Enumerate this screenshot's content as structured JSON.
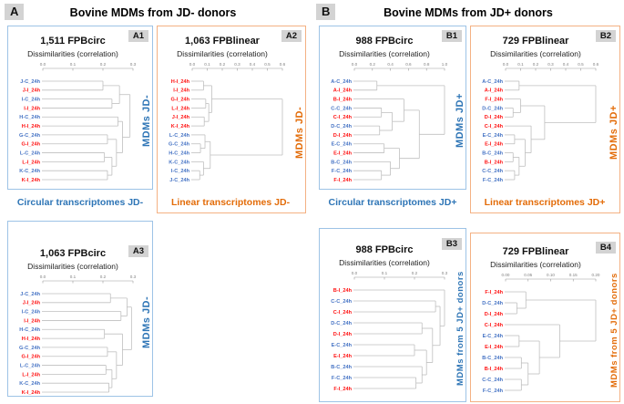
{
  "figure": {
    "sections": [
      {
        "tag": "A",
        "title": "Bovine MDMs from JD- donors"
      },
      {
        "tag": "B",
        "title": "Bovine MDMs from JD+ donors"
      }
    ],
    "captions": [
      {
        "text": "Circular transcriptomes JD-",
        "color": "blue"
      },
      {
        "text": "Linear transcriptomes JD-",
        "color": "orange"
      },
      {
        "text": "Circular transcriptomes JD+",
        "color": "blue"
      },
      {
        "text": "Linear transcriptomes JD+",
        "color": "orange"
      }
    ]
  },
  "colors": {
    "accent_blue": "#2e75b6",
    "accent_orange": "#e36c09",
    "panel_border_blue": "#9dc3e6",
    "panel_border_orange": "#f4b183",
    "leaf_control": "#4472c4",
    "leaf_infected": "#ff1111",
    "dendro_line": "#bfbfbf",
    "axis_line": "#999999",
    "axis_text": "#808080",
    "tag_bg": "#d3d3d3",
    "title_text": "#111111"
  },
  "chart_data": [
    {
      "id": "A1",
      "type": "dendrogram",
      "title": "1,511 FPBcirc",
      "xlabel": "Dissimilarities (correlation)",
      "axis": {
        "min": 0,
        "max": 0.3,
        "ticks": [
          "0.0",
          "0.1",
          "0.2",
          "0.3"
        ]
      },
      "side_label": "MDMs JD-",
      "side_color": "blue",
      "leaf_order": [
        "J-C_24h",
        "J-I_24h",
        "I-C_24h",
        "I-I_24h",
        "H-C_24h",
        "H-I_24h",
        "G-C_24h",
        "G-I_24h",
        "L-C_24h",
        "L-I_24h",
        "K-C_24h",
        "K-I_24h"
      ],
      "tree": {
        "d": 0.29,
        "c": [
          {
            "d": 0.255,
            "c": [
              {
                "d": 0.2,
                "c": [
                  "J-C_24h",
                  "J-I_24h"
                ]
              },
              {
                "d": 0.23,
                "c": [
                  "I-C_24h",
                  "I-I_24h"
                ]
              }
            ]
          },
          {
            "d": 0.265,
            "c": [
              {
                "d": 0.25,
                "c": [
                  "H-C_24h",
                  "H-I_24h"
                ]
              },
              {
                "d": 0.245,
                "c": [
                  {
                    "d": 0.215,
                    "c": [
                      "G-C_24h",
                      "G-I_24h"
                    ]
                  },
                  {
                    "d": 0.23,
                    "c": [
                      {
                        "d": 0.205,
                        "c": [
                          "L-C_24h",
                          "L-I_24h"
                        ]
                      },
                      {
                        "d": 0.215,
                        "c": [
                          "K-C_24h",
                          "K-I_24h"
                        ]
                      }
                    ]
                  }
                ]
              }
            ]
          }
        ]
      }
    },
    {
      "id": "A2",
      "type": "dendrogram",
      "title": "1,063 FPBlinear",
      "xlabel": "Dissimilarities (correlation)",
      "axis": {
        "min": 0,
        "max": 0.6,
        "ticks": [
          "0.0",
          "0.1",
          "0.2",
          "0.3",
          "0.4",
          "0.5",
          "0.6"
        ]
      },
      "side_label": "MDMs JD-",
      "side_color": "orange",
      "leaf_order": [
        "H-I_24h",
        "I-I_24h",
        "G-I_24h",
        "L-I_24h",
        "J-I_24h",
        "K-I_24h",
        "L-C_24h",
        "G-C_24h",
        "H-C_24h",
        "K-C_24h",
        "I-C_24h",
        "J-C_24h"
      ],
      "tree": {
        "d": 0.6,
        "c": [
          {
            "d": 0.13,
            "c": [
              {
                "d": 0.075,
                "c": [
                  "H-I_24h",
                  "I-I_24h"
                ]
              },
              {
                "d": 0.11,
                "c": [
                  {
                    "d": 0.09,
                    "c": [
                      "G-I_24h",
                      "L-I_24h"
                    ]
                  },
                  {
                    "d": 0.08,
                    "c": [
                      "J-I_24h",
                      "K-I_24h"
                    ]
                  }
                ]
              }
            ]
          },
          {
            "d": 0.12,
            "c": [
              {
                "d": 0.085,
                "c": [
                  "L-C_24h",
                  {
                    "d": 0.055,
                    "c": [
                      "G-C_24h",
                      "H-C_24h"
                    ]
                  }
                ]
              },
              {
                "d": 0.075,
                "c": [
                  "K-C_24h",
                  {
                    "d": 0.05,
                    "c": [
                      "I-C_24h",
                      "J-C_24h"
                    ]
                  }
                ]
              }
            ]
          }
        ]
      }
    },
    {
      "id": "A3",
      "type": "dendrogram",
      "title": "1,063 FPBcirc",
      "xlabel": "Dissimilarities (correlation)",
      "axis": {
        "min": 0,
        "max": 0.3,
        "ticks": [
          "0.0",
          "0.1",
          "0.2",
          "0.3"
        ]
      },
      "side_label": "MDMs JD-",
      "side_color": "blue",
      "leaf_order": [
        "J-C_24h",
        "J-I_24h",
        "I-C_24h",
        "I-I_24h",
        "H-C_24h",
        "H-I_24h",
        "G-C_24h",
        "G-I_24h",
        "L-C_24h",
        "L-I_24h",
        "K-C_24h",
        "K-I_24h"
      ],
      "tree": {
        "d": 0.295,
        "c": [
          {
            "d": 0.28,
            "c": [
              {
                "d": 0.225,
                "c": [
                  "J-C_24h",
                  "J-I_24h"
                ]
              },
              {
                "d": 0.26,
                "c": [
                  "I-C_24h",
                  "I-I_24h"
                ]
              }
            ]
          },
          {
            "d": 0.265,
            "c": [
              {
                "d": 0.205,
                "c": [
                  "H-C_24h",
                  "H-I_24h"
                ]
              },
              {
                "d": 0.245,
                "c": [
                  {
                    "d": 0.215,
                    "c": [
                      "G-C_24h",
                      "G-I_24h"
                    ]
                  },
                  {
                    "d": 0.23,
                    "c": [
                      {
                        "d": 0.21,
                        "c": [
                          "L-C_24h",
                          "L-I_24h"
                        ]
                      },
                      {
                        "d": 0.22,
                        "c": [
                          "K-C_24h",
                          "K-I_24h"
                        ]
                      }
                    ]
                  }
                ]
              }
            ]
          }
        ]
      }
    },
    {
      "id": "B1",
      "type": "dendrogram",
      "title": "988 FPBcirc",
      "xlabel": "Dissimilarities (correlation)",
      "axis": {
        "min": 0,
        "max": 1.0,
        "ticks": [
          "0.0",
          "0.2",
          "0.4",
          "0.6",
          "0.8",
          "1.0"
        ]
      },
      "side_label": "MDMs JD+",
      "side_color": "blue",
      "leaf_order": [
        "A-C_24h",
        "A-I_24h",
        "B-I_24h",
        "C-C_24h",
        "C-I_24h",
        "D-C_24h",
        "D-I_24h",
        "E-C_24h",
        "E-I_24h",
        "B-C_24h",
        "F-C_24h",
        "F-I_24h"
      ],
      "tree": {
        "d": 1.0,
        "c": [
          {
            "d": 0.25,
            "c": [
              "A-C_24h",
              "A-I_24h"
            ]
          },
          {
            "d": 0.72,
            "c": [
              {
                "d": 0.55,
                "c": [
                  "B-I_24h",
                  {
                    "d": 0.42,
                    "c": [
                      {
                        "d": 0.3,
                        "c": [
                          "C-C_24h",
                          "C-I_24h"
                        ]
                      },
                      {
                        "d": 0.28,
                        "c": [
                          "D-C_24h",
                          "D-I_24h"
                        ]
                      }
                    ]
                  }
                ]
              },
              {
                "d": 0.5,
                "c": [
                  {
                    "d": 0.33,
                    "c": [
                      "E-C_24h",
                      "E-I_24h"
                    ]
                  },
                  {
                    "d": 0.4,
                    "c": [
                      "B-C_24h",
                      {
                        "d": 0.3,
                        "c": [
                          "F-C_24h",
                          "F-I_24h"
                        ]
                      }
                    ]
                  }
                ]
              }
            ]
          }
        ]
      }
    },
    {
      "id": "B2",
      "type": "dendrogram",
      "title": "729 FPBlinear",
      "xlabel": "Dissimilarities (correlation)",
      "axis": {
        "min": 0,
        "max": 0.6,
        "ticks": [
          "0.0",
          "0.1",
          "0.2",
          "0.3",
          "0.4",
          "0.5",
          "0.6"
        ]
      },
      "side_label": "MDMs JD+",
      "side_color": "orange",
      "leaf_order": [
        "A-C_24h",
        "A-I_24h",
        "F-I_24h",
        "D-C_24h",
        "D-I_24h",
        "C-I_24h",
        "E-C_24h",
        "E-I_24h",
        "B-C_24h",
        "B-I_24h",
        "C-C_24h",
        "F-C_24h"
      ],
      "tree": {
        "d": 0.6,
        "c": [
          {
            "d": 0.09,
            "c": [
              "A-C_24h",
              "A-I_24h"
            ]
          },
          {
            "d": 0.26,
            "c": [
              {
                "d": 0.1,
                "c": [
                  "F-I_24h",
                  {
                    "d": 0.05,
                    "c": [
                      "D-C_24h",
                      "D-I_24h"
                    ]
                  }
                ]
              },
              {
                "d": 0.17,
                "c": [
                  "C-I_24h",
                  {
                    "d": 0.13,
                    "c": [
                      {
                        "d": 0.06,
                        "c": [
                          "E-C_24h",
                          "E-I_24h"
                        ]
                      },
                      {
                        "d": 0.09,
                        "c": [
                          {
                            "d": 0.05,
                            "c": [
                              "B-C_24h",
                              "B-I_24h"
                            ]
                          },
                          {
                            "d": 0.06,
                            "c": [
                              "C-C_24h",
                              "F-C_24h"
                            ]
                          }
                        ]
                      }
                    ]
                  }
                ]
              }
            ]
          }
        ]
      }
    },
    {
      "id": "B3",
      "type": "dendrogram",
      "title": "988 FPBcirc",
      "xlabel": "Dissimilarities (correlation)",
      "axis": {
        "min": 0,
        "max": 0.3,
        "ticks": [
          "0.0",
          "0.1",
          "0.2",
          "0.3"
        ]
      },
      "side_label": "MDMs from 5 JD+ donors",
      "side_color": "blue",
      "leaf_order": [
        "B-I_24h",
        "C-C_24h",
        "C-I_24h",
        "D-C_24h",
        "D-I_24h",
        "E-C_24h",
        "E-I_24h",
        "B-C_24h",
        "F-C_24h",
        "F-I_24h"
      ],
      "tree": {
        "d": 0.3,
        "c": [
          "B-I_24h",
          {
            "d": 0.285,
            "c": [
              {
                "d": 0.27,
                "c": [
                  "C-C_24h",
                  "C-I_24h"
                ]
              },
              {
                "d": 0.26,
                "c": [
                  {
                    "d": 0.225,
                    "c": [
                      "D-C_24h",
                      "D-I_24h"
                    ]
                  },
                  {
                    "d": 0.24,
                    "c": [
                      {
                        "d": 0.2,
                        "c": [
                          "E-C_24h",
                          "E-I_24h"
                        ]
                      },
                      {
                        "d": 0.225,
                        "c": [
                          "B-C_24h",
                          {
                            "d": 0.205,
                            "c": [
                              "F-C_24h",
                              "F-I_24h"
                            ]
                          }
                        ]
                      }
                    ]
                  }
                ]
              }
            ]
          }
        ]
      }
    },
    {
      "id": "B4",
      "type": "dendrogram",
      "title": "729 FPBlinear",
      "xlabel": "Dissimilarities (correlation)",
      "axis": {
        "min": 0,
        "max": 0.2,
        "ticks": [
          "0.00",
          "0.05",
          "0.10",
          "0.15",
          "0.20"
        ]
      },
      "side_label": "MDMs from 5 JD+ donors",
      "side_color": "orange",
      "leaf_order": [
        "F-I_24h",
        "D-C_24h",
        "D-I_24h",
        "C-I_24h",
        "E-C_24h",
        "E-I_24h",
        "B-C_24h",
        "B-I_24h",
        "C-C_24h",
        "F-C_24h"
      ],
      "tree": {
        "d": 0.2,
        "c": [
          {
            "d": 0.045,
            "c": [
              "F-I_24h",
              {
                "d": 0.025,
                "c": [
                  "D-C_24h",
                  "D-I_24h"
                ]
              }
            ]
          },
          {
            "d": 0.12,
            "c": [
              "C-I_24h",
              {
                "d": 0.075,
                "c": [
                  {
                    "d": 0.03,
                    "c": [
                      "E-C_24h",
                      "E-I_24h"
                    ]
                  },
                  {
                    "d": 0.05,
                    "c": [
                      {
                        "d": 0.035,
                        "c": [
                          "B-C_24h",
                          "B-I_24h"
                        ]
                      },
                      {
                        "d": 0.035,
                        "c": [
                          "C-C_24h",
                          "F-C_24h"
                        ]
                      }
                    ]
                  }
                ]
              }
            ]
          }
        ]
      }
    }
  ]
}
